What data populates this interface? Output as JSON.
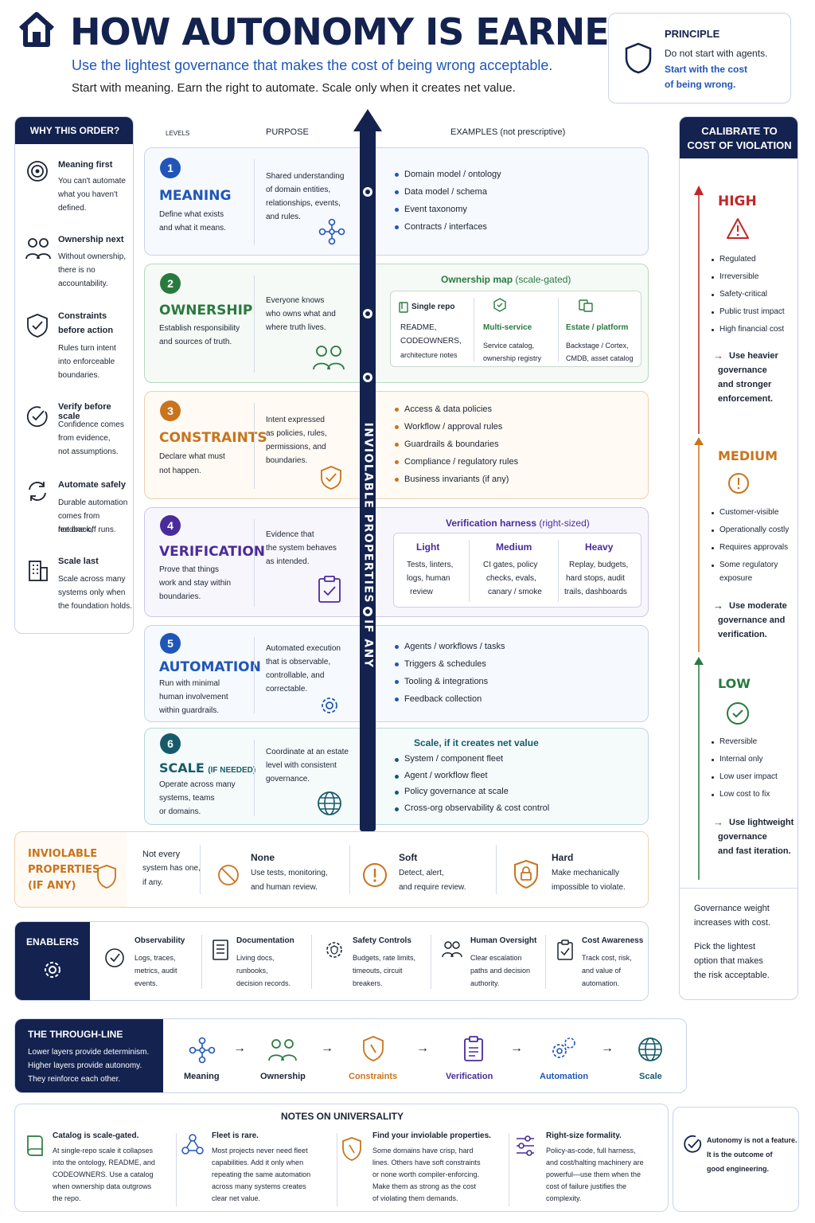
{
  "header": {
    "title": "HOW AUTONOMY IS EARNED",
    "subtitle": "Use the lightest governance that makes the cost of being wrong acceptable.",
    "tagline": "Start with meaning. Earn the right to automate. Scale only when it creates net value."
  },
  "principle": {
    "label": "PRINCIPLE",
    "line1": "Do not start with agents.",
    "line2a": "Start with the cost",
    "line2b": "of being wrong."
  },
  "why": {
    "title": "WHY THIS ORDER?",
    "items": [
      {
        "title": "Meaning first",
        "l1": "You can't automate",
        "l2": "what you haven't",
        "l3": "defined."
      },
      {
        "title": "Ownership next",
        "l1": "Without ownership,",
        "l2": "there is no",
        "l3": "accountability."
      },
      {
        "title": "Constraints",
        "title2": "before action",
        "l1": "Rules turn intent",
        "l2": "into enforceable",
        "l3": "boundaries."
      },
      {
        "title": "Verify before scale",
        "l1": "Confidence comes",
        "l2": "from evidence,",
        "l3": "not assumptions."
      },
      {
        "title": "Automate safely",
        "l1": "Durable automation",
        "l2": "comes from feedback,",
        "l3": "not one-off runs."
      },
      {
        "title": "Scale last",
        "l1": "Scale across many",
        "l2": "systems only when",
        "l3": "the foundation holds."
      }
    ]
  },
  "cols": {
    "levels": "LEVELS",
    "purpose": "PURPOSE",
    "examples": "EXAMPLES (not prescriptive)"
  },
  "spine": "INVIOLABLE PROPERTIES - IF ANY",
  "levels": [
    {
      "num": "1",
      "name": "MEANING",
      "d1": "Define what exists",
      "d2": "and what it means.",
      "p": [
        "Shared understanding",
        "of domain entities,",
        "relationships, events,",
        "and rules."
      ],
      "ex": [
        "Domain model / ontology",
        "Data model / schema",
        "Event taxonomy",
        "Contracts / interfaces"
      ]
    },
    {
      "num": "2",
      "name": "OWNERSHIP",
      "d1": "Establish responsibility",
      "d2": "and sources of truth.",
      "p": [
        "Everyone knows",
        "who owns what and",
        "where truth lives."
      ],
      "map": {
        "title": "Ownership map",
        "title_note": "(scale-gated)",
        "cols": [
          {
            "name": "Single repo",
            "l": [
              "README,",
              "CODEOWNERS,",
              "architecture notes"
            ]
          },
          {
            "name": "Multi-service",
            "l": [
              "Service catalog,",
              "ownership registry"
            ]
          },
          {
            "name": "Estate / platform",
            "l": [
              "Backstage / Cortex,",
              "CMDB, asset catalog"
            ]
          }
        ]
      }
    },
    {
      "num": "3",
      "name": "CONSTRAINTS",
      "d1": "Declare what must",
      "d2": "not happen.",
      "p": [
        "Intent expressed",
        "as policies, rules,",
        "permissions, and",
        "boundaries."
      ],
      "ex": [
        "Access & data policies",
        "Workflow / approval rules",
        "Guardrails & boundaries",
        "Compliance / regulatory rules",
        "Business invariants (if any)"
      ]
    },
    {
      "num": "4",
      "name": "VERIFICATION",
      "d1": "Prove that things",
      "d2": "work and stay within",
      "d3": "boundaries.",
      "p": [
        "Evidence that",
        "the system behaves",
        "as intended."
      ],
      "harness": {
        "title": "Verification harness",
        "title_note": "(right-sized)",
        "cols": [
          {
            "name": "Light",
            "l": [
              "Tests, linters,",
              "logs, human",
              "review"
            ]
          },
          {
            "name": "Medium",
            "l": [
              "CI gates, policy",
              "checks, evals,",
              "canary / smoke"
            ]
          },
          {
            "name": "Heavy",
            "l": [
              "Replay, budgets,",
              "hard stops, audit",
              "trails, dashboards"
            ]
          }
        ]
      }
    },
    {
      "num": "5",
      "name": "AUTOMATION",
      "d1": "Run with minimal",
      "d2": "human involvement",
      "d3": "within guardrails.",
      "p": [
        "Automated execution",
        "that is observable,",
        "controllable, and",
        "correctable."
      ],
      "ex": [
        "Agents / workflows / tasks",
        "Triggers & schedules",
        "Tooling & integrations",
        "Feedback collection"
      ]
    },
    {
      "num": "6",
      "name": "SCALE",
      "name_note": "(IF NEEDED)",
      "d1": "Operate across many",
      "d2": "systems, teams",
      "d3": "or domains.",
      "p": [
        "Coordinate at an estate",
        "level with consistent",
        "governance."
      ],
      "ex_title": "Scale, if it creates net value",
      "ex": [
        "System / component fleet",
        "Agent / workflow fleet",
        "Policy governance at scale",
        "Cross-org observability & cost control"
      ]
    }
  ],
  "calibrate": {
    "title1": "CALIBRATE TO",
    "title2": "COST OF VIOLATION",
    "high": {
      "label": "HIGH",
      "items": [
        "Regulated",
        "Irreversible",
        "Safety-critical",
        "Public trust impact",
        "High financial cost"
      ],
      "a": [
        "Use heavier",
        "governance",
        "and stronger",
        "enforcement."
      ]
    },
    "medium": {
      "label": "MEDIUM",
      "items": [
        "Customer-visible",
        "Operationally costly",
        "Requires approvals",
        "Some regulatory",
        "exposure"
      ],
      "a": [
        "Use moderate",
        "governance and",
        "verification."
      ]
    },
    "low": {
      "label": "LOW",
      "items": [
        "Reversible",
        "Internal only",
        "Low user impact",
        "Low cost to fix"
      ],
      "a": [
        "Use lightweight",
        "governance",
        "and fast iteration."
      ]
    },
    "foot": [
      "Governance weight",
      "increases with cost."
    ],
    "foot2": [
      "Pick the lightest",
      "option that makes",
      "the risk acceptable."
    ]
  },
  "inviolable": {
    "title": [
      "INVIOLABLE",
      "PROPERTIES",
      "(IF ANY)"
    ],
    "note": [
      "Not every",
      "system has one,",
      "if any."
    ],
    "opts": [
      {
        "name": "None",
        "l": [
          "Use tests, monitoring,",
          "and human review."
        ]
      },
      {
        "name": "Soft",
        "l": [
          "Detect, alert,",
          "and require review."
        ]
      },
      {
        "name": "Hard",
        "l": [
          "Make mechanically",
          "impossible to violate."
        ]
      }
    ]
  },
  "enablers": {
    "title": "ENABLERS",
    "items": [
      {
        "name": "Observability",
        "l": [
          "Logs, traces,",
          "metrics, audit",
          "events."
        ]
      },
      {
        "name": "Documentation",
        "l": [
          "Living docs,",
          "runbooks,",
          "decision records."
        ]
      },
      {
        "name": "Safety Controls",
        "l": [
          "Budgets, rate limits,",
          "timeouts, circuit",
          "breakers."
        ]
      },
      {
        "name": "Human Oversight",
        "l": [
          "Clear escalation",
          "paths and decision",
          "authority."
        ]
      },
      {
        "name": "Cost Awareness",
        "l": [
          "Track cost, risk,",
          "and value of",
          "automation."
        ]
      }
    ]
  },
  "through": {
    "title": "THE THROUGH-LINE",
    "l": [
      "Lower layers provide determinism.",
      "Higher layers provide autonomy.",
      "They reinforce each other."
    ],
    "steps": [
      "Meaning",
      "Ownership",
      "Constraints",
      "Verification",
      "Automation",
      "Scale"
    ]
  },
  "notes": {
    "title": "NOTES ON UNIVERSALITY",
    "items": [
      {
        "t": "Catalog is scale-gated.",
        "l": [
          "At single-repo scale it collapses",
          "into the ontology, README, and",
          "CODEOWNERS. Use a catalog",
          "when ownership data outgrows",
          "the repo."
        ]
      },
      {
        "t": "Fleet is rare.",
        "l": [
          "Most projects never need fleet",
          "capabilities. Add it only when",
          "repeating the same automation",
          "across many systems creates",
          "clear net value."
        ]
      },
      {
        "t": "Find your inviolable properties.",
        "l": [
          "Some domains have crisp, hard",
          "lines. Others have soft constraints",
          "or none worth compiler-enforcing.",
          "Make them as strong as the cost",
          "of violating them demands."
        ]
      },
      {
        "t": "Right-size formality.",
        "l": [
          "Policy-as-code, full harness,",
          "and cost/halting machinery are",
          "powerful—use them when the",
          "cost of failure justifies the",
          "complexity."
        ]
      }
    ],
    "quote": [
      "Autonomy is not a feature.",
      "It is the outcome of",
      "good engineering."
    ]
  },
  "colors": {
    "navy": "#13224f",
    "blue": "#1f56b8",
    "green": "#2a7a3f",
    "orange": "#c8741d",
    "purple": "#4a2b9b",
    "teal": "#175b6a",
    "red": "#c22727"
  }
}
